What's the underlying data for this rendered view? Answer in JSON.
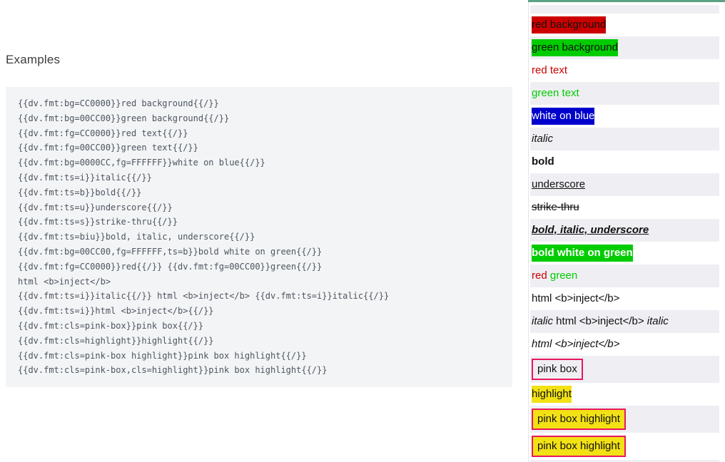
{
  "left": {
    "heading": "Examples",
    "code_lines": [
      "{{dv.fmt:bg=CC0000}}red background{{/}}",
      "{{dv.fmt:bg=00CC00}}green background{{/}}",
      "{{dv.fmt:fg=CC0000}}red text{{/}}",
      "{{dv.fmt:fg=00CC00}}green text{{/}}",
      "{{dv.fmt:bg=0000CC,fg=FFFFFF}}white on blue{{/}}",
      "{{dv.fmt:ts=i}}italic{{/}}",
      "{{dv.fmt:ts=b}}bold{{/}}",
      "{{dv.fmt:ts=u}}underscore{{/}}",
      "{{dv.fmt:ts=s}}strike-thru{{/}}",
      "{{dv.fmt:ts=biu}}bold, italic, underscore{{/}}",
      "{{dv.fmt:bg=00CC00,fg=FFFFFF,ts=b}}bold white on green{{/}}",
      "{{dv.fmt:fg=CC0000}}red{{/}} {{dv.fmt:fg=00CC00}}green{{/}}",
      "html <b>inject</b>",
      "{{dv.fmt:ts=i}}italic{{/}} html <b>inject</b> {{dv.fmt:ts=i}}italic{{/}}",
      "{{dv.fmt:ts=i}}html <b>inject</b>{{/}}",
      "{{dv.fmt:cls=pink-box}}pink box{{/}}",
      "{{dv.fmt:cls=highlight}}highlight{{/}}",
      "{{dv.fmt:cls=pink-box highlight}}pink box highlight{{/}}",
      "{{dv.fmt:cls=pink-box,cls=highlight}}pink box highlight{{/}}"
    ]
  },
  "preview": {
    "rows": [
      {
        "shade": "gray",
        "partial": "top",
        "segments": []
      },
      {
        "shade": "white",
        "segments": [
          {
            "text": "red background",
            "style": "bg-red"
          }
        ]
      },
      {
        "shade": "gray",
        "segments": [
          {
            "text": "green background",
            "style": "bg-green"
          }
        ]
      },
      {
        "shade": "white",
        "segments": [
          {
            "text": "red text",
            "style": "fg-red"
          }
        ]
      },
      {
        "shade": "gray",
        "segments": [
          {
            "text": "green text",
            "style": "fg-green"
          }
        ]
      },
      {
        "shade": "white",
        "segments": [
          {
            "text": "white on blue",
            "style": "white-on-blue"
          }
        ]
      },
      {
        "shade": "gray",
        "segments": [
          {
            "text": "italic",
            "style": "i"
          }
        ]
      },
      {
        "shade": "white",
        "segments": [
          {
            "text": "bold",
            "style": "b"
          }
        ]
      },
      {
        "shade": "gray",
        "segments": [
          {
            "text": "underscore",
            "style": "u"
          }
        ]
      },
      {
        "shade": "white",
        "segments": [
          {
            "text": "strike-thru",
            "style": "s"
          }
        ]
      },
      {
        "shade": "gray",
        "segments": [
          {
            "text": "bold, italic, underscore",
            "style": "biu"
          }
        ]
      },
      {
        "shade": "white",
        "segments": [
          {
            "text": "bold white on green",
            "style": "bwog"
          }
        ]
      },
      {
        "shade": "gray",
        "segments": [
          {
            "text": "red",
            "style": "fg-red"
          },
          {
            "text": " ",
            "style": ""
          },
          {
            "text": "green",
            "style": "fg-green"
          }
        ]
      },
      {
        "shade": "white",
        "segments": [
          {
            "text": "html <b>inject</b>",
            "style": ""
          }
        ]
      },
      {
        "shade": "gray",
        "segments": [
          {
            "text": "italic",
            "style": "i"
          },
          {
            "text": " html <b>inject</b> ",
            "style": ""
          },
          {
            "text": "italic",
            "style": "i"
          }
        ]
      },
      {
        "shade": "white",
        "segments": [
          {
            "text": "html <b>inject</b>",
            "style": "i"
          }
        ]
      },
      {
        "shade": "gray",
        "segments": [
          {
            "text": "pink box",
            "style": "pink-box"
          }
        ]
      },
      {
        "shade": "white",
        "segments": [
          {
            "text": "highlight",
            "style": "highlight"
          }
        ]
      },
      {
        "shade": "gray",
        "segments": [
          {
            "text": "pink box highlight",
            "style": "pink-box highlight"
          }
        ]
      },
      {
        "shade": "white",
        "segments": [
          {
            "text": "pink box highlight",
            "style": "pink-box highlight"
          }
        ]
      },
      {
        "shade": "gray",
        "partial": "bottom",
        "segments": []
      }
    ]
  },
  "palette": {
    "red": "#CC0000",
    "green": "#00CC00",
    "blue": "#0000CC",
    "pink": "#E8175D",
    "yellow": "#F2E114",
    "row-gray": "#EFEFF3",
    "code-bg": "#F3F4F5",
    "code-text": "#4C5560",
    "top-bar": "#5CA183"
  }
}
